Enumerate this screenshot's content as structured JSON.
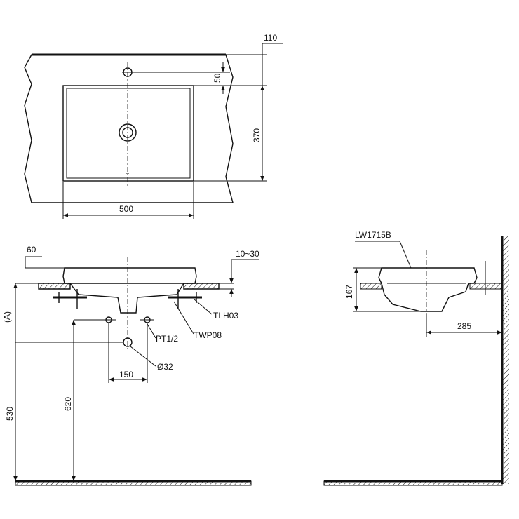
{
  "colors": {
    "line": "#111111",
    "background": "#ffffff"
  },
  "top_view": {
    "dim_width": "500",
    "dim_depth": "370",
    "dim_rear": "110",
    "dim_tap_offset": "50"
  },
  "front_view": {
    "dim_rim": "60",
    "dim_counter": "10~30",
    "label_tlh": "TLH03",
    "label_pt": "PT1/2",
    "label_twp": "TWP08",
    "dim_drain": "Ø32",
    "dim_spacing": "150",
    "dim_supply_height": "620",
    "dim_counter_height": "530",
    "label_a": "(A)"
  },
  "side_view": {
    "model": "LW1715B",
    "dim_height": "167",
    "dim_wall": "285"
  }
}
